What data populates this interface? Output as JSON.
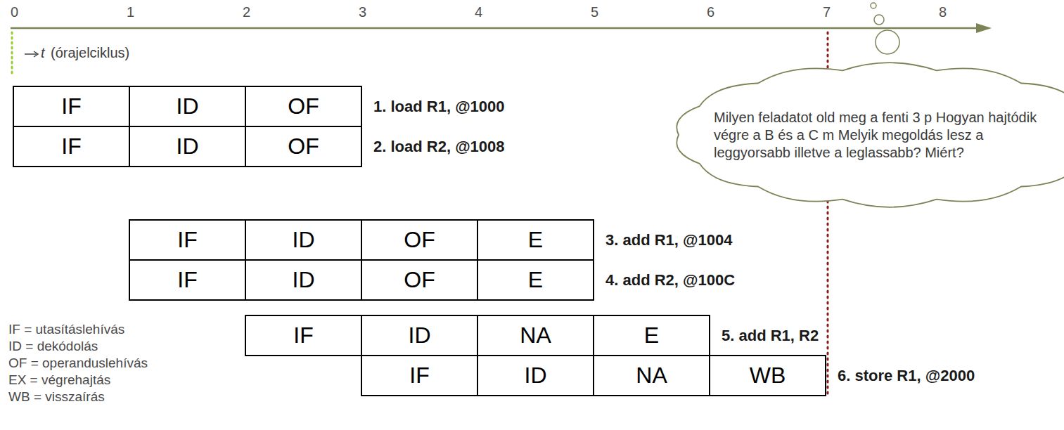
{
  "diagram": {
    "nodes": [
      {
        "text": [
          "IF"
        ]
      },
      {
        "text": [
          "ID"
        ]
      },
      {
        "text": [
          "OF"
        ]
      },
      {
        "text": [
          "IF"
        ]
      },
      {
        "text": [
          "ID"
        ]
      },
      {
        "text": [
          "OF"
        ]
      },
      {
        "text": [
          "IF"
        ]
      },
      {
        "text": [
          "ID"
        ]
      },
      {
        "text": [
          "OF"
        ]
      },
      {
        "text": [
          "E"
        ]
      },
      {
        "text": [
          "IF"
        ]
      },
      {
        "text": [
          "ID"
        ]
      },
      {
        "text": [
          "OF"
        ]
      },
      {
        "text": [
          "E"
        ]
      },
      {
        "text": [
          "IF"
        ]
      },
      {
        "text": [
          "ID"
        ]
      },
      {
        "text": [
          "NA"
        ]
      },
      {
        "text": [
          "E"
        ]
      },
      {
        "text": [
          "IF"
        ]
      },
      {
        "text": [
          "ID"
        ]
      },
      {
        "text": [
          "NA"
        ]
      },
      {
        "text": [
          "WB"
        ]
      },
      {
        "text": [
          "Milyen feladatot old meg a fenti 3 p Hogyan hajtódik végre a B és a C m Melyik megoldás lesz a leggyorsabb illetve a leglassabb? Miért?"
        ]
      }
    ],
    "labels": [
      "0",
      "1",
      "2",
      "3",
      "4",
      "5",
      "6",
      "7",
      "8",
      "t",
      "(órajelciklus)",
      "1. load R1, @1000",
      "2. load R2, @1008",
      "3. add R1, @1004",
      "4. add R2, @100C",
      "5. add R1, R2",
      "6. store R1, @2000",
      "IF = utasításlehívás",
      "ID = dekódolás",
      "OF = operanduslehívás",
      "EX = végrehajtás",
      "WB = visszaírás"
    ]
  }
}
